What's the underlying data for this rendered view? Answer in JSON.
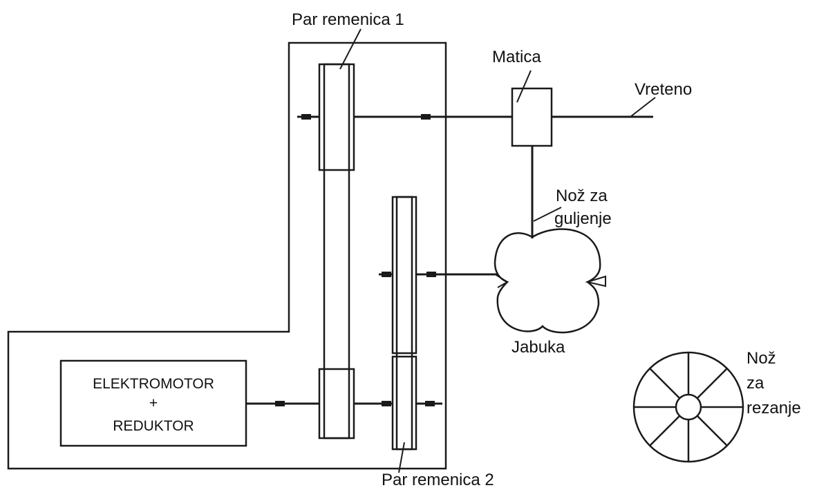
{
  "labels": {
    "par_remenica_1": "Par remenica 1",
    "par_remenica_2": "Par remenica 2",
    "matica": "Matica",
    "vreteno": "Vreteno",
    "noz_za_guljenje_line1": "Nož za",
    "noz_za_guljenje_line2": "guljenje",
    "jabuka": "Jabuka",
    "noz_za_rezanje_line1": "Nož",
    "noz_za_rezanje_line2": "za",
    "noz_za_rezanje_line3": "rezanje",
    "motor_line1": "ELEKTROMOTOR",
    "motor_line2": "+",
    "motor_line3": "REDUKTOR"
  },
  "colors": {
    "line": "#1a1a1a",
    "background": "#ffffff"
  }
}
